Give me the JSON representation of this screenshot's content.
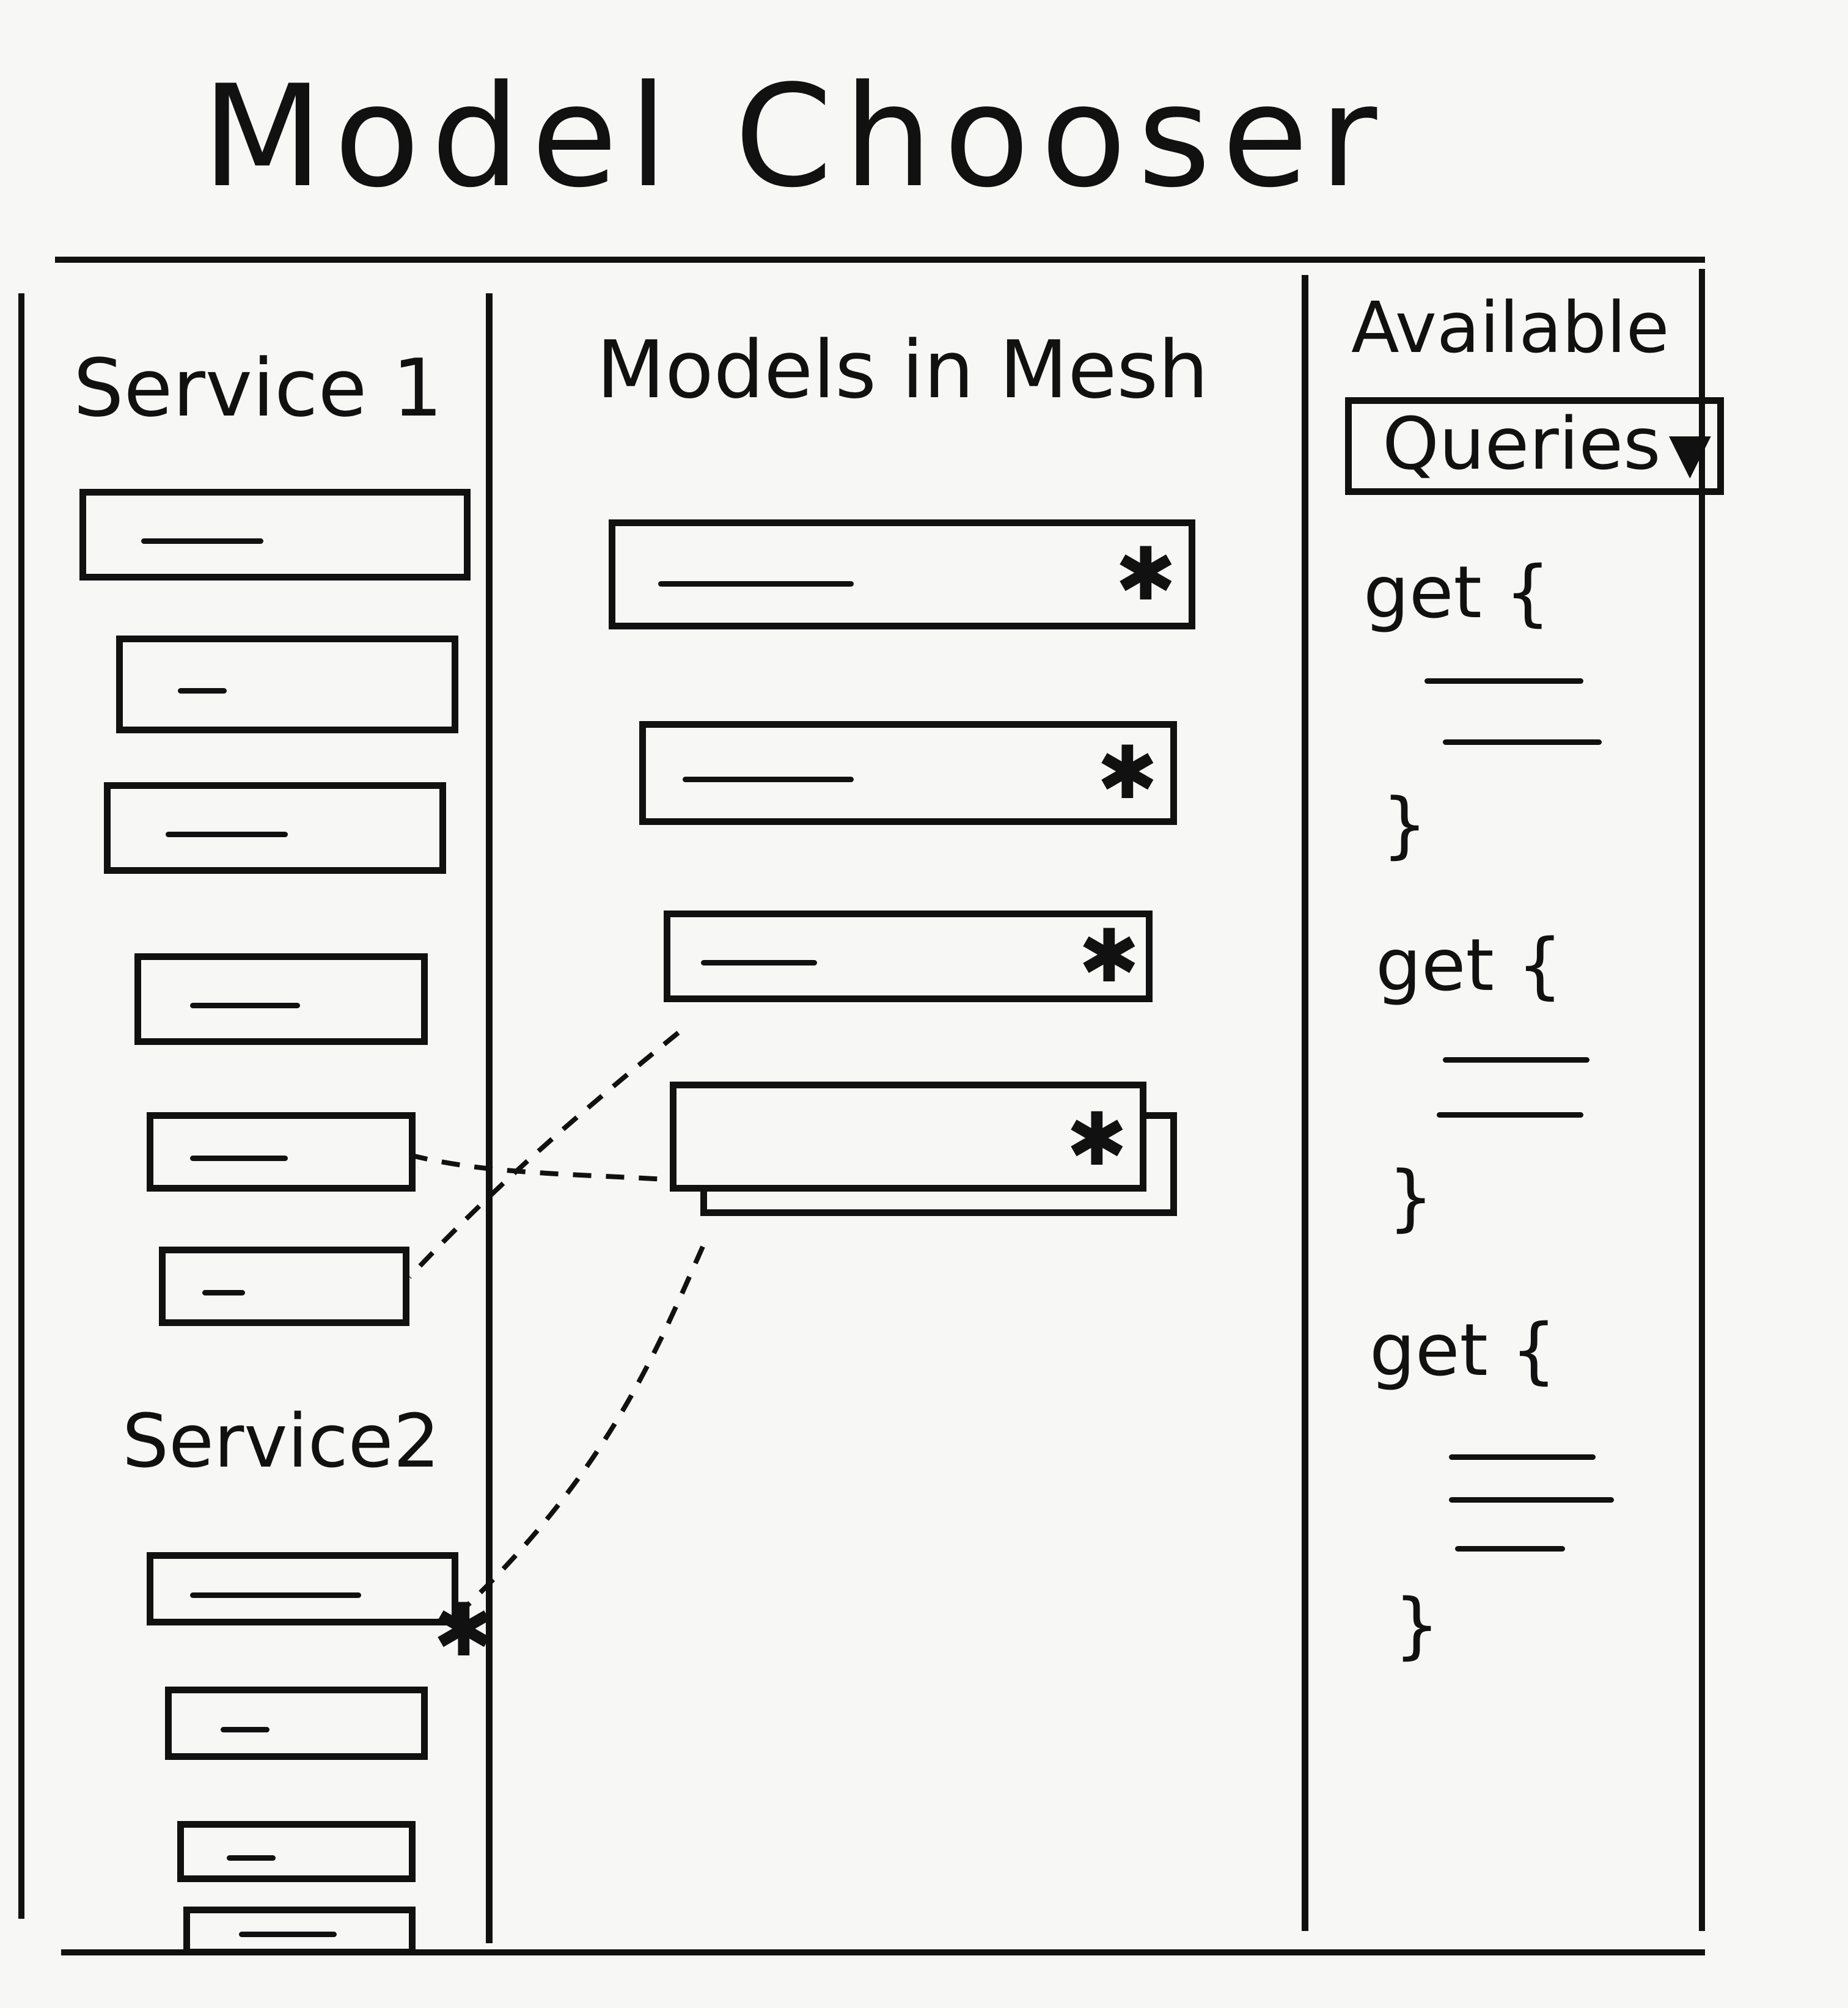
{
  "title": "Model Chooser",
  "service1": {
    "heading": "Service 1",
    "item_count": 6
  },
  "service2": {
    "heading": "Service2",
    "item_count": 4
  },
  "models_panel": {
    "heading": "Models in Mesh",
    "favorite_icon": "star-icon",
    "item_count": 4
  },
  "queries_panel": {
    "heading": "Available",
    "dropdown_value": "Queries",
    "dropdown_icon": "triangle-down-icon",
    "queries": [
      {
        "keyword": "get {",
        "close": "}",
        "line_count": 2
      },
      {
        "keyword": "get {",
        "close": "}",
        "line_count": 2
      },
      {
        "keyword": "get {",
        "close": "}",
        "line_count": 3
      }
    ]
  },
  "colors": {
    "ink": "#111111",
    "paper": "#f7f7f5"
  }
}
